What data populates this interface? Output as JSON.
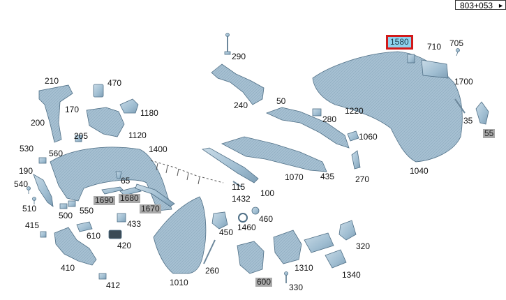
{
  "page_ref": {
    "text": "803+053",
    "arrow": "►"
  },
  "parts": {
    "p290": "290",
    "p240": "240",
    "p210": "210",
    "p470": "470",
    "p170": "170",
    "p1180": "1180",
    "p200": "200",
    "p205": "205",
    "p1120": "1120",
    "p530": "530",
    "p560": "560",
    "p1400": "1400",
    "p190": "190",
    "p540": "540",
    "p510": "510",
    "p65": "65",
    "p1690": "1690",
    "p1680": "1680",
    "p1670": "1670",
    "p550": "550",
    "p500": "500",
    "p415": "415",
    "p610": "610",
    "p433": "433",
    "p420": "420",
    "p410": "410",
    "p412": "412",
    "p1010": "1010",
    "p260": "260",
    "p450": "450",
    "p1460": "1460",
    "p460": "460",
    "p115": "115",
    "p1432": "1432",
    "p100": "100",
    "p50": "50",
    "p280": "280",
    "p1070": "1070",
    "p435": "435",
    "p270": "270",
    "p1060": "1060",
    "p1220": "1220",
    "p1580": "1580",
    "p710": "710",
    "p705": "705",
    "p1700": "1700",
    "p35": "35",
    "p55": "55",
    "p1040": "1040",
    "p600": "600",
    "p330": "330",
    "p1310": "1310",
    "p320": "320",
    "p1340": "1340"
  },
  "colors": {
    "part_fill": "#a9c4d6",
    "part_edge": "#4f6f86",
    "highlight_border": "#d21a1a",
    "highlight_fill": "#8ed3ef",
    "grey_tag": "#a9a9a9"
  }
}
